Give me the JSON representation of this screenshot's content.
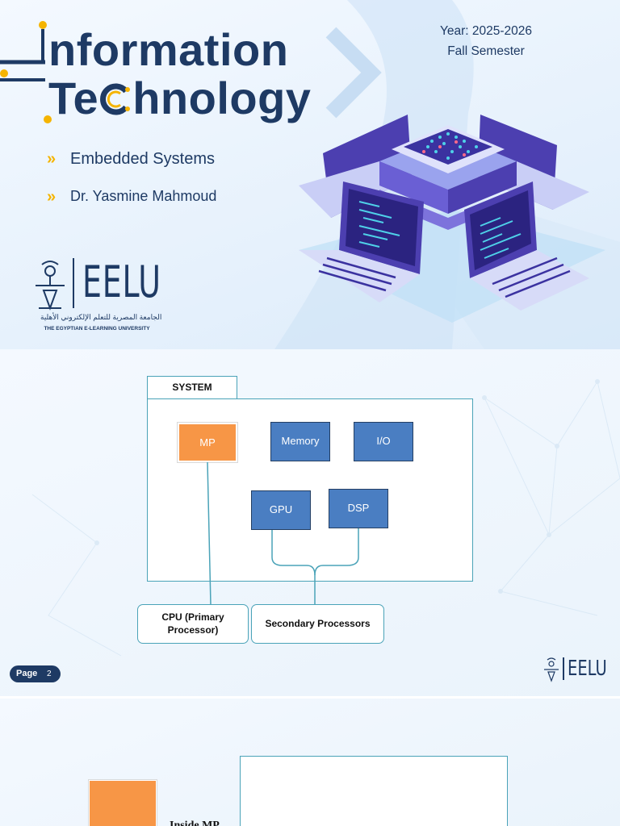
{
  "slide1": {
    "title_line1": "nformation",
    "title_line2_a": "Te",
    "title_line2_b": "hnology",
    "year": "Year: 2025-2026",
    "semester": "Fall Semester",
    "bullets": [
      {
        "icon": "double-chevron-icon",
        "text": "Embedded Systems"
      },
      {
        "icon": "double-chevron-icon",
        "text": "Dr. Yasmine Mahmoud"
      }
    ],
    "logo": {
      "text": "EELU",
      "arabic": "الجامعة المصرية للتعلم الإلكتروني الأهلية",
      "english": "THE EGYPTIAN E-LEARNING UNIVERSITY"
    },
    "colors": {
      "navy": "#1e3a64",
      "accent": "#f5b400",
      "purple": "#5b4fc7"
    }
  },
  "slide2": {
    "system_label": "SYSTEM",
    "blocks": {
      "mp": "MP",
      "memory": "Memory",
      "io": "I/O",
      "gpu": "GPU",
      "dsp": "DSP"
    },
    "callouts": {
      "cpu": "CPU (Primary Processor)",
      "secondary": "Secondary Processors"
    },
    "page_label": "Page",
    "page_number": "2",
    "logo_text": "EELU",
    "colors": {
      "mp": "#f79646",
      "block": "#4a7ec2",
      "line": "#4aa3b8"
    }
  },
  "slide3": {
    "partial_text": "Inside MP"
  }
}
